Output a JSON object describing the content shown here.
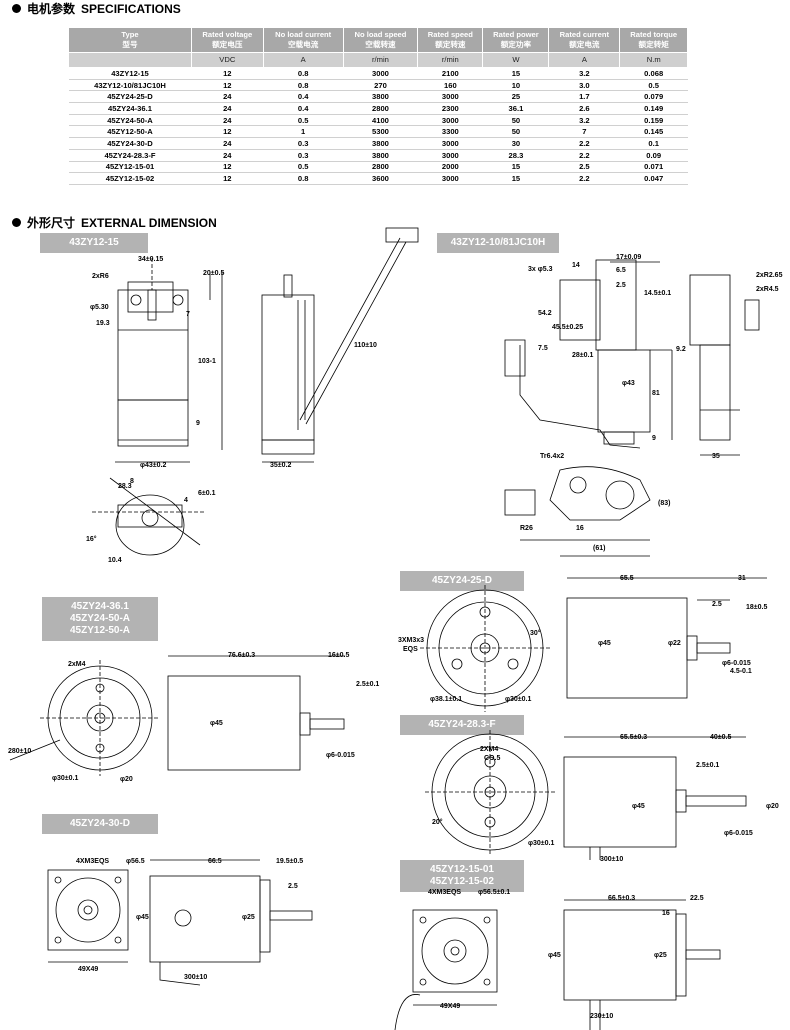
{
  "specs": {
    "heading_cn": "电机参数",
    "heading_en": "SPECIFICATIONS",
    "headers": [
      [
        "Type",
        "型号"
      ],
      [
        "Rated voltage",
        "额定电压"
      ],
      [
        "No load current",
        "空载电流"
      ],
      [
        "No load speed",
        "空载转速"
      ],
      [
        "Rated speed",
        "额定转速"
      ],
      [
        "Rated power",
        "额定功率"
      ],
      [
        "Rated current",
        "额定电流"
      ],
      [
        "Rated torque",
        "额定转矩"
      ]
    ],
    "units": [
      "VDC",
      "A",
      "r/min",
      "r/min",
      "W",
      "A",
      "N.m"
    ],
    "rows": [
      [
        "43ZY12-15",
        "12",
        "0.8",
        "3000",
        "2100",
        "15",
        "3.2",
        "0.068"
      ],
      [
        "43ZY12-10/81JC10H",
        "12",
        "0.8",
        "270",
        "160",
        "10",
        "3.0",
        "0.5"
      ],
      [
        "45ZY24-25-D",
        "24",
        "0.4",
        "3800",
        "3000",
        "25",
        "1.7",
        "0.079"
      ],
      [
        "45ZY24-36.1",
        "24",
        "0.4",
        "2800",
        "2300",
        "36.1",
        "2.6",
        "0.149"
      ],
      [
        "45ZY24-50-A",
        "24",
        "0.5",
        "4100",
        "3000",
        "50",
        "3.2",
        "0.159"
      ],
      [
        "45ZY12-50-A",
        "12",
        "1",
        "5300",
        "3300",
        "50",
        "7",
        "0.145"
      ],
      [
        "45ZY24-30-D",
        "24",
        "0.3",
        "3800",
        "3000",
        "30",
        "2.2",
        "0.1"
      ],
      [
        "45ZY24-28.3-F",
        "24",
        "0.3",
        "3800",
        "3000",
        "28.3",
        "2.2",
        "0.09"
      ],
      [
        "45ZY12-15-01",
        "12",
        "0.5",
        "2800",
        "2000",
        "15",
        "2.5",
        "0.071"
      ],
      [
        "45ZY12-15-02",
        "12",
        "0.8",
        "3600",
        "3000",
        "15",
        "2.2",
        "0.047"
      ]
    ]
  },
  "dimension": {
    "heading_cn": "外形尺寸",
    "heading_en": "EXTERNAL DIMENSION",
    "labels": {
      "m1": "43ZY12-15",
      "m2": "43ZY12-10/81JC10H",
      "m3": "45ZY24-25-D",
      "m4": "45ZY24-36.1\n45ZY24-50-A\n45ZY12-50-A",
      "m5": "45ZY24-28.3-F",
      "m6": "45ZY24-30-D",
      "m7": "45ZY12-15-01\n45ZY12-15-02"
    },
    "notes": {
      "m1": [
        "34±0.15",
        "2xR6",
        "20±0.5",
        "7",
        "103-1",
        "9",
        "φ43±0.2",
        "35±0.2",
        "110±10",
        "φ5.30",
        "19.3",
        "8",
        "28.3",
        "4",
        "6±0.1",
        "16°",
        "10.4"
      ],
      "m2": [
        "17±0.09",
        "3x φ5.3",
        "14",
        "6.5",
        "2.5",
        "54.2",
        "45.5±0.25",
        "14.5±0.1",
        "7.5",
        "28±0.1",
        "φ43",
        "81",
        "9",
        "2xR2.65",
        "2xR4.5",
        "9.2",
        "35",
        "Tr6.4x2",
        "R26",
        "16",
        "(83)",
        "(61)"
      ],
      "m3": [
        "65.5",
        "31",
        "2.5",
        "18±0.5",
        "3XM3x3",
        "EQS",
        "30°",
        "φ22",
        "φ45",
        "φ6-0.015",
        "4.5-0.1",
        "φ38.1±0.1",
        "φ30±0.1"
      ],
      "m4": [
        "76.6±0.3",
        "16±0.5",
        "2xM4",
        "2.5±0.1",
        "φ45",
        "φ6-0.015",
        "φ30±0.1",
        "φ20",
        "280±10"
      ],
      "m5": [
        "2XM4",
        "CO.5",
        "65.5±0.3",
        "40±0.5",
        "2.5±0.1",
        "φ45",
        "φ6-0.015",
        "φ20",
        "20°",
        "φ30±0.1",
        "300±10"
      ],
      "m6": [
        "4XM3EQS",
        "φ56.5",
        "66.5",
        "19.5±0.5",
        "2.5",
        "φ45",
        "φ25",
        "49X49",
        "300±10"
      ],
      "m7": [
        "4XM3EQS",
        "φ56.5±0.1",
        "66.5±0.3",
        "22.5",
        "16",
        "φ45",
        "φ25",
        "49X49",
        "230±10"
      ]
    }
  }
}
